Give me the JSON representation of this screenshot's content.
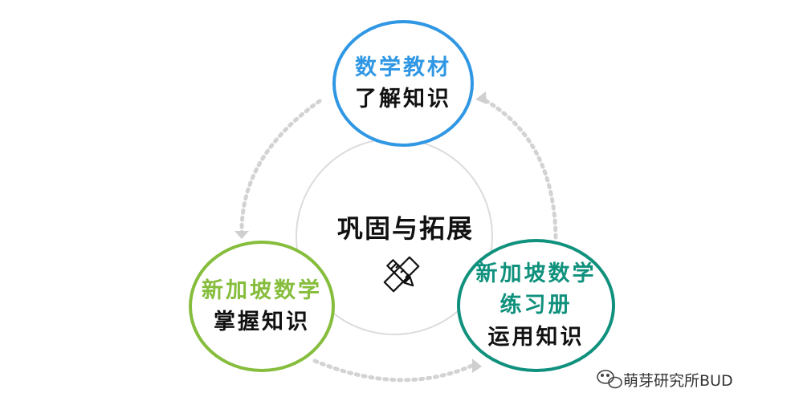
{
  "center": {
    "title": "巩固与拓展"
  },
  "nodes": {
    "top": {
      "lines": [
        "数学教材",
        "了解知识"
      ],
      "accent": "#2f97e4"
    },
    "left": {
      "lines": [
        "新加坡数学",
        "掌握知识"
      ],
      "accent": "#86bd3c"
    },
    "right": {
      "lines": [
        "新加坡数学",
        "练习册",
        "运用知识"
      ],
      "accent": "#10917d"
    }
  },
  "watermark": {
    "text": "萌芽研究所BUD"
  },
  "icons": {
    "center": "ruler-pencil-icon",
    "watermark": "wechat-icon",
    "cycle": "dotted-arrow-icon"
  },
  "colors": {
    "ring": "#dcdcdc",
    "dots": "#d3d3d3"
  }
}
